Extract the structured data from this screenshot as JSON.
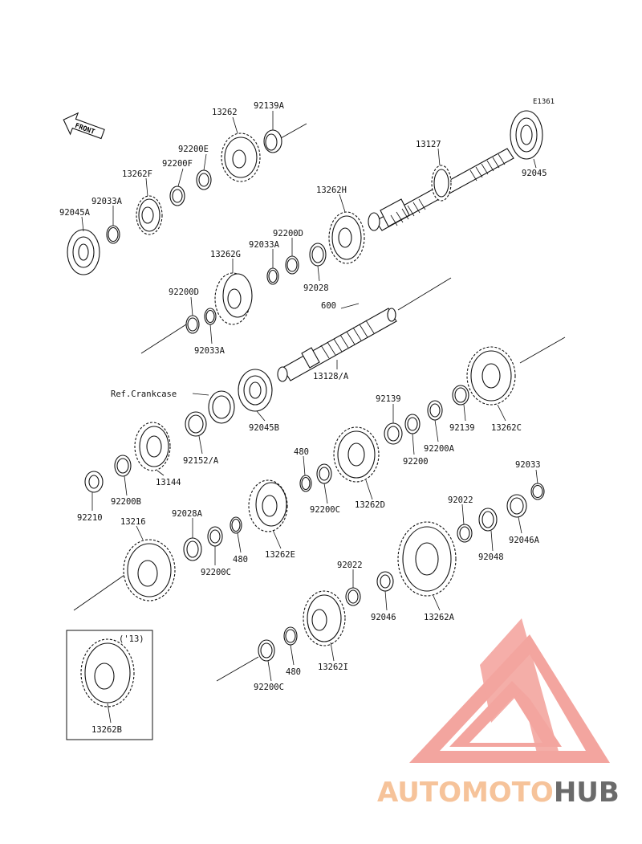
{
  "diagram": {
    "code": "E1361",
    "front_label": "FRONT",
    "ref_label": "Ref.Crankcase",
    "inset_year": "('13)",
    "labels": {
      "p92045A": "92045A",
      "p92033A_top": "92033A",
      "p13262F": "13262F",
      "p92200F": "92200F",
      "p92200E": "92200E",
      "p13262": "13262",
      "p92139A": "92139A",
      "p13127": "13127",
      "p92045": "92045",
      "p13262H": "13262H",
      "p92200D_upper": "92200D",
      "p92033A_mid": "92033A",
      "p13262G": "13262G",
      "p92028": "92028",
      "p92200D_left": "92200D",
      "p92033A_low": "92033A",
      "p600": "600",
      "p13128A": "13128/A",
      "p92045B": "92045B",
      "p92139_left": "92139",
      "p92139_right": "92139",
      "p13262C": "13262C",
      "p92200A": "92200A",
      "p92200": "92200",
      "p92152A": "92152/A",
      "p13144": "13144",
      "p92200B": "92200B",
      "p92210": "92210",
      "p480_top": "480",
      "p92200C_top": "92200C",
      "p13262D": "13262D",
      "p92033": "92033",
      "p92022_right": "92022",
      "p92046A": "92046A",
      "p92048": "92048",
      "p13216": "13216",
      "p92028A": "92028A",
      "p92200C_mid": "92200C",
      "p480_mid": "480",
      "p13262E": "13262E",
      "p92022_mid": "92022",
      "p92046": "92046",
      "p13262A": "13262A",
      "p92200C_low": "92200C",
      "p480_low": "480",
      "p13262I": "13262I",
      "p13262B": "13262B"
    }
  },
  "watermark": {
    "part1": "AUTOMOTO",
    "part2": "HUB",
    "color1": "#f6c39a",
    "color2": "#6b6b6b",
    "mark_color": "#f2968f"
  }
}
